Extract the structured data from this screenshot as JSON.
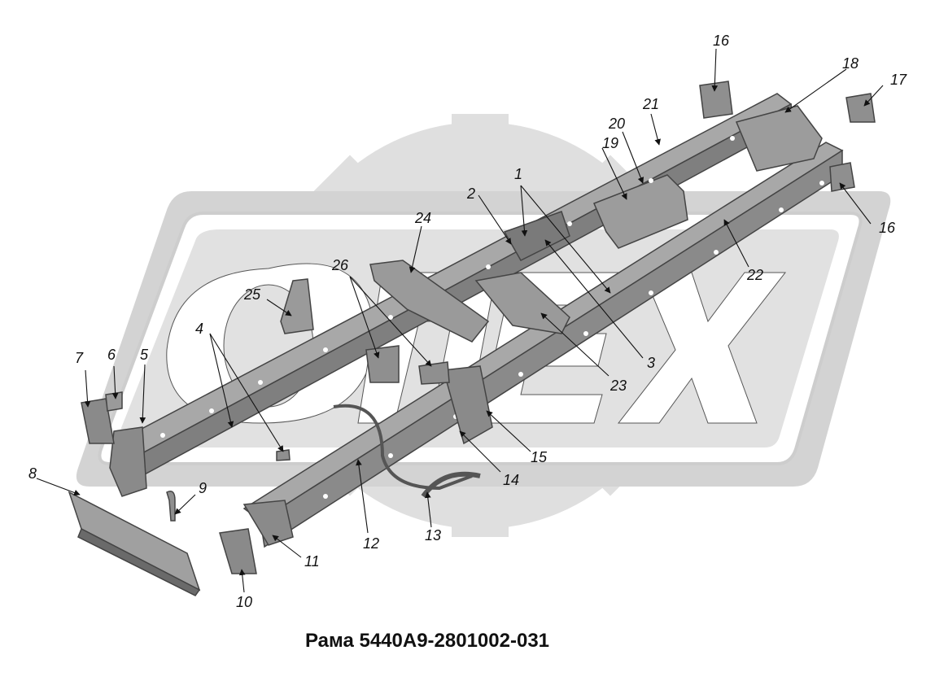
{
  "caption": "Рама 5440А9-2801002-031",
  "watermark_text": "ОЛЕХ",
  "colors": {
    "watermark": "#d9d9d9",
    "frame_fill": "#9a9a9a",
    "frame_dark": "#555555",
    "text": "#111111"
  },
  "callouts": {
    "c1": "1",
    "c2": "2",
    "c3": "3",
    "c4": "4",
    "c5": "5",
    "c6": "6",
    "c7": "7",
    "c8": "8",
    "c9": "9",
    "c10": "10",
    "c11": "11",
    "c12": "12",
    "c13": "13",
    "c14": "14",
    "c15": "15",
    "c16a": "16",
    "c16b": "16",
    "c17": "17",
    "c18": "18",
    "c19": "19",
    "c20": "20",
    "c21": "21",
    "c22": "22",
    "c23": "23",
    "c24": "24",
    "c25": "25",
    "c26": "26"
  }
}
